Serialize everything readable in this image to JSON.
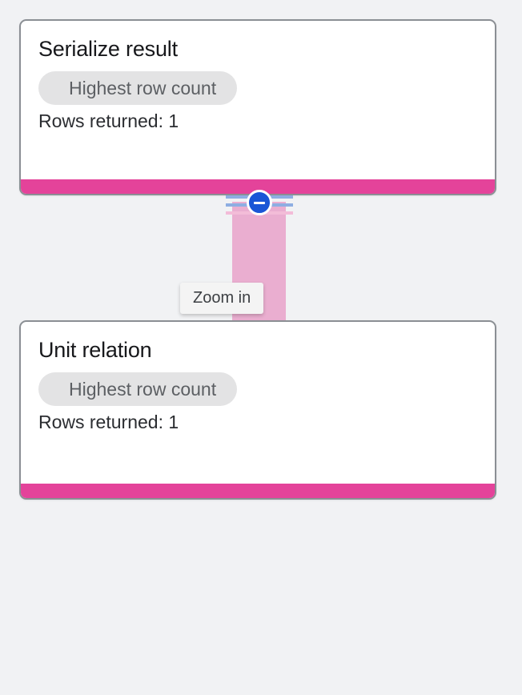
{
  "canvas": {
    "background_color": "#f1f2f4",
    "accent_color": "#e4439a",
    "edge_color": "#eaaed0",
    "control_color": "#1a56d6"
  },
  "nodes": [
    {
      "title": "Serialize result",
      "chip_label": "Highest row count",
      "rows_label": "Rows returned: 1"
    },
    {
      "title": "Unit relation",
      "chip_label": "Highest row count",
      "rows_label": "Rows returned: 1"
    }
  ],
  "edge": {
    "collapse_button_icon": "minus-icon"
  },
  "tooltip": {
    "text": "Zoom in"
  }
}
